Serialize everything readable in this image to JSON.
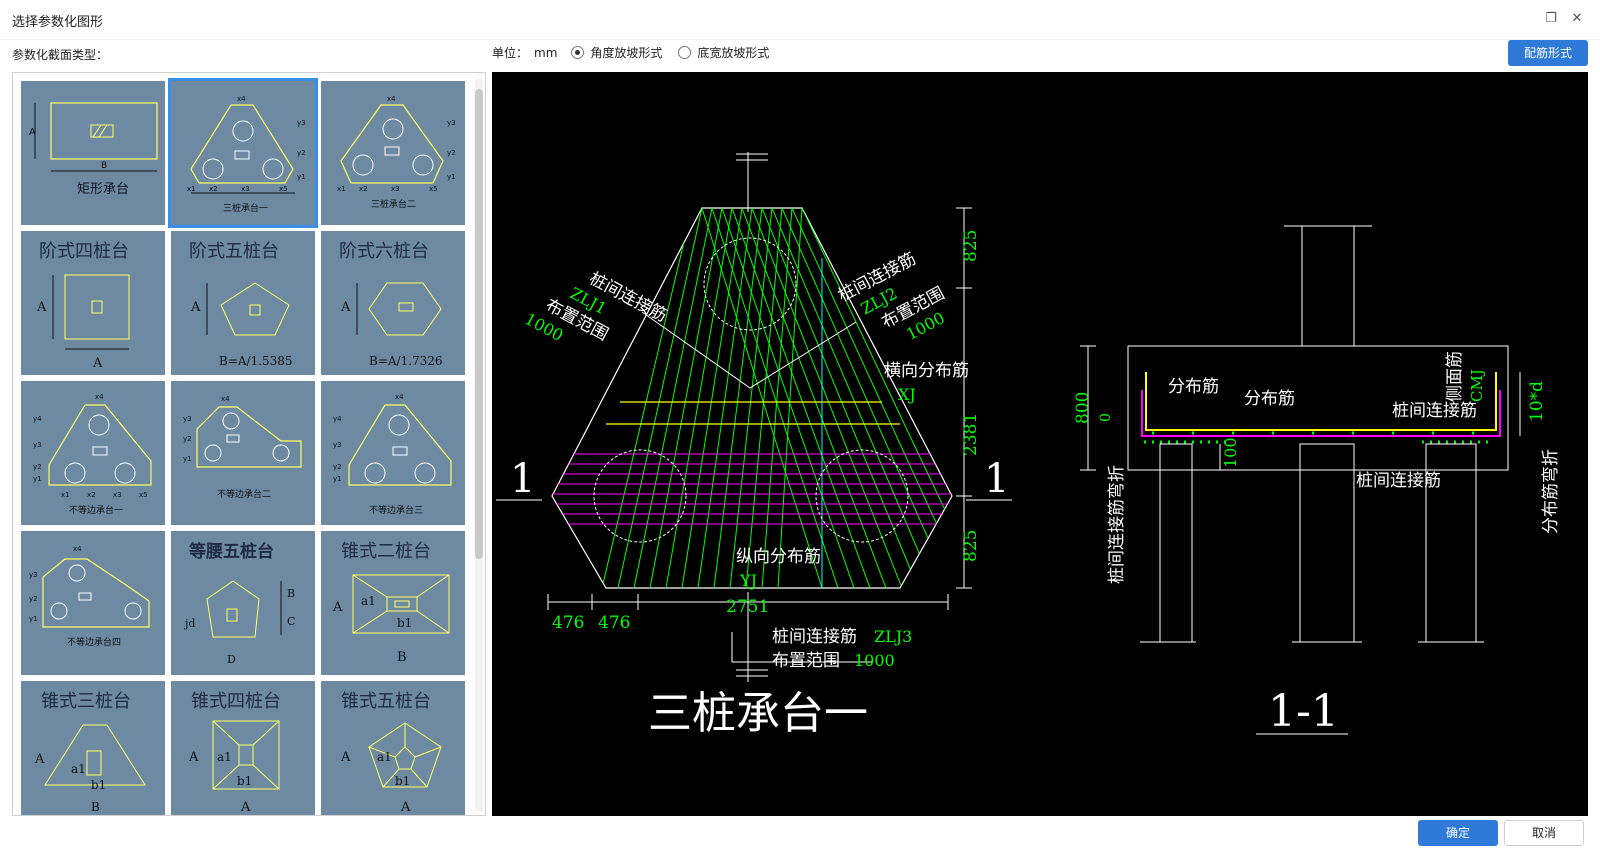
{
  "window": {
    "title": "选择参数化图形"
  },
  "header": {
    "types_label": "参数化截面类型：",
    "unit_label": "单位：",
    "unit_value": "mm",
    "option_angle": "角度放坡形式",
    "option_width": "底宽放坡形式",
    "rebar_button": "配筋形式"
  },
  "tiles": [
    {
      "label": "矩形承台",
      "dims": [
        "A",
        "B"
      ]
    },
    {
      "label": "三桩承台一",
      "dims": [
        "x4",
        "y3",
        "y2",
        "y1",
        "x1",
        "x2",
        "x3",
        "x5"
      ]
    },
    {
      "label": "三桩承台二",
      "dims": [
        "x4",
        "y3",
        "y2",
        "y1",
        "x1",
        "x2",
        "x3",
        "x5"
      ]
    },
    {
      "label": "阶式四桩台",
      "dims": [
        "A",
        "A"
      ]
    },
    {
      "label": "阶式五桩台",
      "dims": [
        "A",
        "B=A/1.5385"
      ]
    },
    {
      "label": "阶式六桩台",
      "dims": [
        "A",
        "B=A/1.7326"
      ]
    },
    {
      "label": "不等边承台一",
      "dims": [
        "x4",
        "y4",
        "y3",
        "y2",
        "y1",
        "x1",
        "x2",
        "x3",
        "x5"
      ]
    },
    {
      "label": "不等边承台二",
      "dims": [
        "x4",
        "y3",
        "y2",
        "y1"
      ]
    },
    {
      "label": "不等边承台三",
      "dims": [
        "x4",
        "y4",
        "y3",
        "y2",
        "y1"
      ]
    },
    {
      "label": "不等边承台四",
      "dims": [
        "x4",
        "y3",
        "y2",
        "y1"
      ]
    },
    {
      "label": "等腰五桩台",
      "dims": [
        "B",
        "C",
        "jd",
        "D"
      ]
    },
    {
      "label": "锥式二桩台",
      "dims": [
        "A",
        "a1",
        "b1",
        "B"
      ]
    },
    {
      "label": "锥式三桩台",
      "dims": [
        "A",
        "a1",
        "b1",
        "B"
      ]
    },
    {
      "label": "锥式四桩台",
      "dims": [
        "A",
        "a1",
        "b1",
        "A"
      ]
    },
    {
      "label": "锥式五桩台",
      "dims": [
        "A",
        "a1",
        "b1",
        "A"
      ]
    }
  ],
  "drawing": {
    "plan_title": "三桩承台一",
    "section_title": "1-1",
    "section_mark": "1",
    "zlj1_label": "桩间连接筋",
    "zlj1_code": "ZLJ1",
    "zlj1_range": "布置范围",
    "zlj1_value": "1000",
    "zlj2_label": "桩间连接筋",
    "zlj2_code": "ZLJ2",
    "zlj2_range": "布置范围",
    "zlj2_value": "1000",
    "xj_label": "横向分布筋",
    "xj_code": "XJ",
    "yj_label": "纵向分布筋",
    "yj_code": "YJ",
    "zlj3_label": "桩间连接筋",
    "zlj3_code": "ZLJ3",
    "zlj3_range": "布置范围",
    "zlj3_value": "1000",
    "dim_825_top": "825",
    "dim_2381": "2381",
    "dim_825_bottom": "825",
    "dim_476_a": "476",
    "dim_476_b": "476",
    "dim_2751": "2751",
    "sec_dist_1": "分布筋",
    "sec_dist_2": "分布筋",
    "sec_side": "侧面筋",
    "sec_cmj": "CMJ",
    "sec_conn": "桩间连接筋",
    "sec_conn_bottom": "桩间连接筋",
    "sec_800": "800",
    "sec_0": "0",
    "sec_100": "100",
    "sec_conn_bend": "桩间连接筋弯折",
    "sec_10d": "10*d",
    "sec_dist_bend": "分布筋弯折"
  },
  "footer": {
    "ok": "确定",
    "cancel": "取消"
  },
  "colors": {
    "primary": "#2f7ad9",
    "tile_bg": "#6d8aa2",
    "canvas_bg": "#000000",
    "green": "#00ff00",
    "magenta": "#ff00ff",
    "yellow": "#ffff00",
    "cyan": "#00ffff"
  }
}
